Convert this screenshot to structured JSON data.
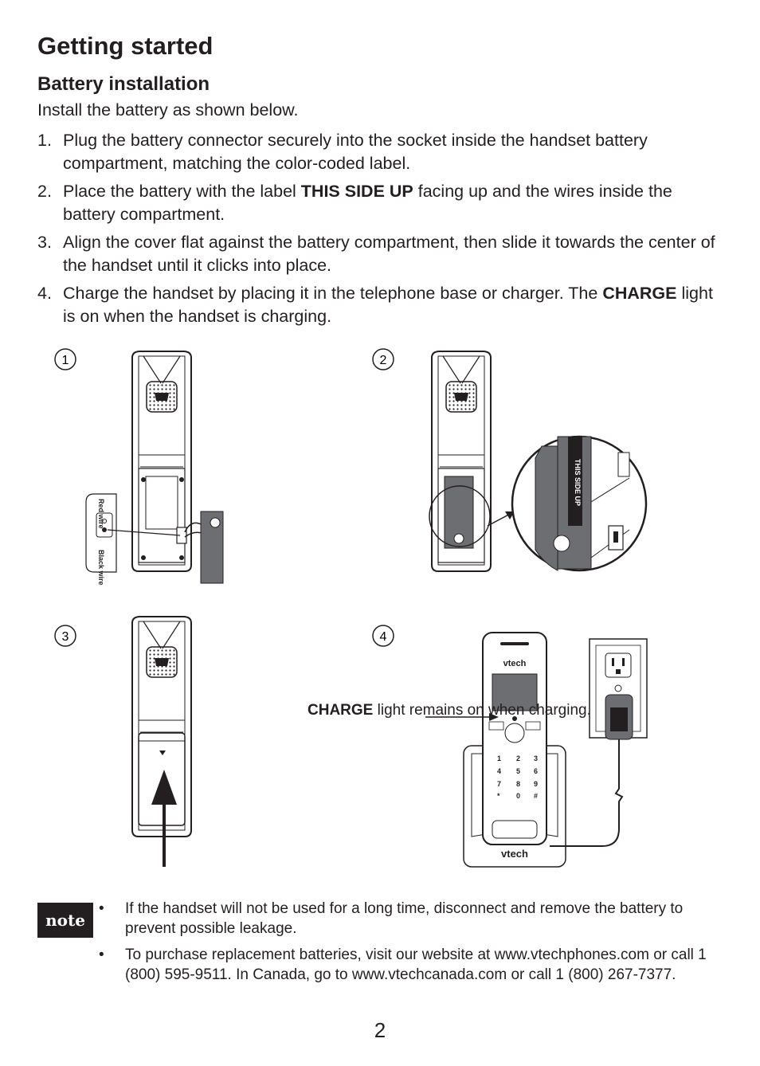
{
  "page": {
    "title": "Getting started",
    "subtitle": "Battery installation",
    "intro": "Install the battery as shown below.",
    "steps": [
      {
        "num": "1.",
        "parts": [
          {
            "t": "Plug the battery connector securely into the socket inside the handset battery compartment, matching the color-coded label.",
            "b": false
          }
        ]
      },
      {
        "num": "2.",
        "parts": [
          {
            "t": "Place the battery with the label ",
            "b": false
          },
          {
            "t": "THIS SIDE UP",
            "b": true
          },
          {
            "t": " facing up and the wires inside the battery compartment.",
            "b": false
          }
        ]
      },
      {
        "num": "3.",
        "parts": [
          {
            "t": "Align the cover flat against the battery compartment, then slide it towards the center of the handset until it clicks into place.",
            "b": false
          }
        ]
      },
      {
        "num": "4.",
        "parts": [
          {
            "t": "Charge the handset by placing it in the telephone base or charger. The ",
            "b": false
          },
          {
            "t": "CHARGE",
            "b": true
          },
          {
            "t": " light is on when the handset is charging.",
            "b": false
          }
        ]
      }
    ],
    "panel_numbers": [
      "1",
      "2",
      "3",
      "4"
    ],
    "wire_labels": {
      "red": "Red wire",
      "black": "Black wire"
    },
    "battery_label": "THIS SIDE UP",
    "hd_badge": "HD",
    "brand": "vtech",
    "callout": [
      {
        "t": "CHARGE",
        "b": true
      },
      {
        "t": " light remains on when charging.",
        "b": false
      }
    ],
    "note_badge": "note",
    "notes": [
      "If the handset will not be used for a long time, disconnect and remove the battery to prevent possible leakage.",
      "To purchase replacement batteries, visit our website at www.vtechphones.com or call 1 (800) 595-9511. In Canada, go to www.vtechcanada.com or call 1 (800) 267-7377."
    ],
    "page_number": "2"
  }
}
